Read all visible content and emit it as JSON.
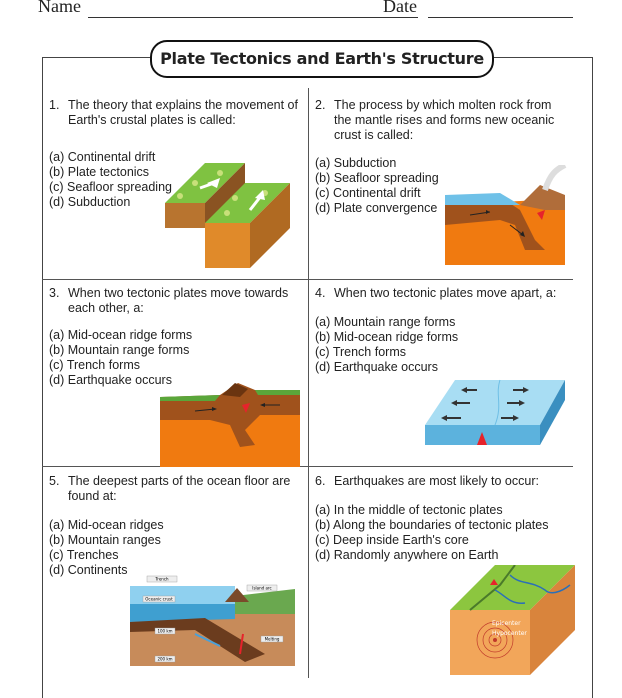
{
  "header": {
    "name_label": "Name",
    "date_label": "Date"
  },
  "title": "Plate Tectonics and Earth's Structure",
  "questions": [
    {
      "number": "1.",
      "text": "The theory that explains the movement of Earth's crustal plates is called:",
      "options": [
        "(a) Continental drift",
        "(b) Plate tectonics",
        "(c) Seafloor spreading",
        "(d) Subduction"
      ]
    },
    {
      "number": "2.",
      "text": "The process by which molten rock from the mantle rises and forms new oceanic crust is called:",
      "options": [
        "(a) Subduction",
        "(b) Seafloor spreading",
        "(c) Continental drift",
        "(d) Plate convergence"
      ]
    },
    {
      "number": "3.",
      "text": "When two tectonic plates move towards each other, a:",
      "options": [
        "(a) Mid-ocean ridge forms",
        "(b) Mountain range forms",
        "(c) Trench forms",
        "(d) Earthquake occurs"
      ]
    },
    {
      "number": "4.",
      "text": "When two tectonic plates move apart, a:",
      "options": [
        "(a) Mountain range forms",
        "(b) Mid-ocean ridge forms",
        "(c) Trench forms",
        "(d) Earthquake occurs"
      ]
    },
    {
      "number": "5.",
      "text": "The deepest parts of the ocean floor are found at:",
      "options": [
        "(a) Mid-ocean ridges",
        "(b) Mountain ranges",
        "(c) Trenches",
        "(d) Continents"
      ]
    },
    {
      "number": "6.",
      "text": "Earthquakes are most likely to occur:",
      "options": [
        "(a) In the middle of tectonic plates",
        "(b) Along the boundaries of tectonic plates",
        "(c) Deep inside Earth's core",
        "(d) Randomly anywhere on Earth"
      ]
    }
  ],
  "figure_labels": {
    "trench": "Trench",
    "island_arc": "Island arc",
    "oceanic_crust": "Oceanic crust",
    "depth_100": "100 km",
    "depth_200": "200 km",
    "melting": "Melting",
    "epicenter": "Epicenter",
    "hypocenter": "Hypocenter"
  }
}
